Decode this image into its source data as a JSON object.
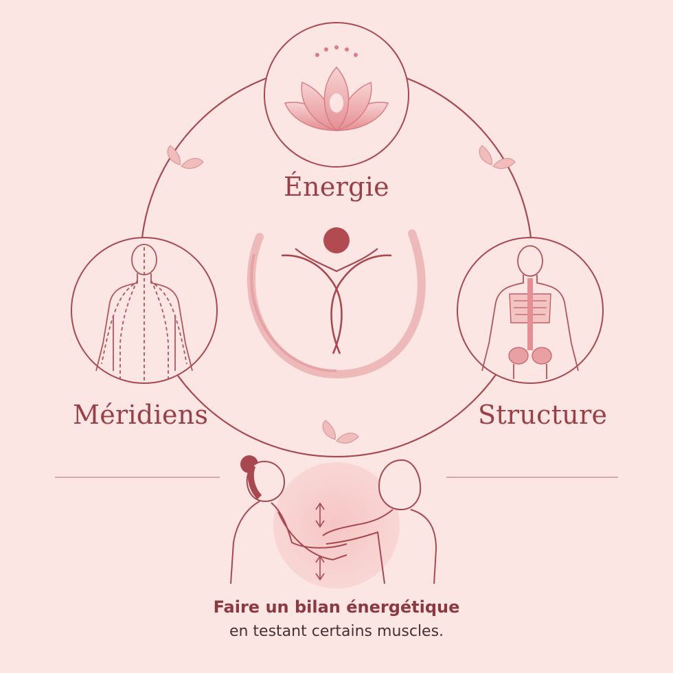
{
  "labels": {
    "energie": "Énergie",
    "meridiens": "Méridiens",
    "structure": "Structure"
  },
  "caption": {
    "title": "Faire un bilan énergétique",
    "subtitle": "en testant certains muscles."
  },
  "colors": {
    "background": "#fbe6e4",
    "accent": "#a8474e",
    "accent_light": "#e7a4a4",
    "text_dark": "#4b2e32"
  },
  "icons": {
    "top": "lotus-icon",
    "left": "meridian-body-icon",
    "right": "skeleton-back-icon",
    "center": "human-figure-logo-icon",
    "bottom": "muscle-test-illustration",
    "ornaments": "leaf-icon"
  }
}
